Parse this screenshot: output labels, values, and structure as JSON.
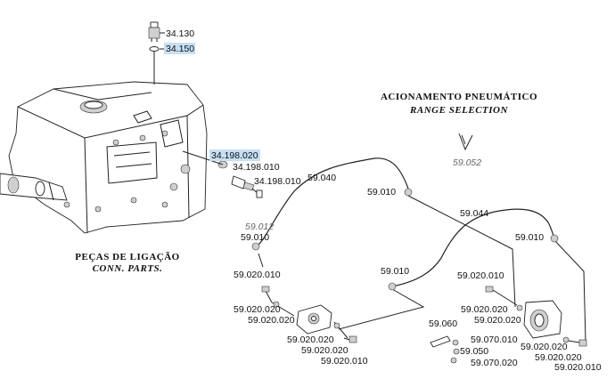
{
  "captions": {
    "connection_pt": "PEÇAS DE LIGAÇÃO",
    "connection_en": "CONN. PARTS.",
    "pneumatic_pt": "ACIONAMENTO PNEUMÁTICO",
    "pneumatic_en": "RANGE SELECTION"
  },
  "labels": {
    "l34130": "34.130",
    "l34150": "34.150",
    "l34198020": "34.198.020",
    "l34198010a": "34.198.010",
    "l34198010b": "34.198.010",
    "l59052": "59.052",
    "l59040": "59.040",
    "l59010a": "59.010",
    "l59044": "59.044",
    "l59012": "59.012",
    "l59010b": "59.010",
    "l59010c": "59.010",
    "l59020010a": "59.020.010",
    "l59010d": "59.010",
    "l59020010b": "59.020.010",
    "l59020020a": "59.020.020",
    "l59020020b": "59.020.020",
    "l59020020c": "59.020.020",
    "l59020020d": "59.020.020",
    "l59020010c": "59.020.010",
    "l59060": "59.060",
    "l59070010": "59.070.010",
    "l59050": "59.050",
    "l59070020": "59.070.020",
    "l59020020e": "59.020.020",
    "l59020020f": "59.020.020",
    "l59020020g": "59.020.020",
    "l59020020h": "59.020.020",
    "l59020010d": "59.020.010"
  },
  "colors": {
    "highlight": "#c6dff3",
    "line": "#222222"
  }
}
